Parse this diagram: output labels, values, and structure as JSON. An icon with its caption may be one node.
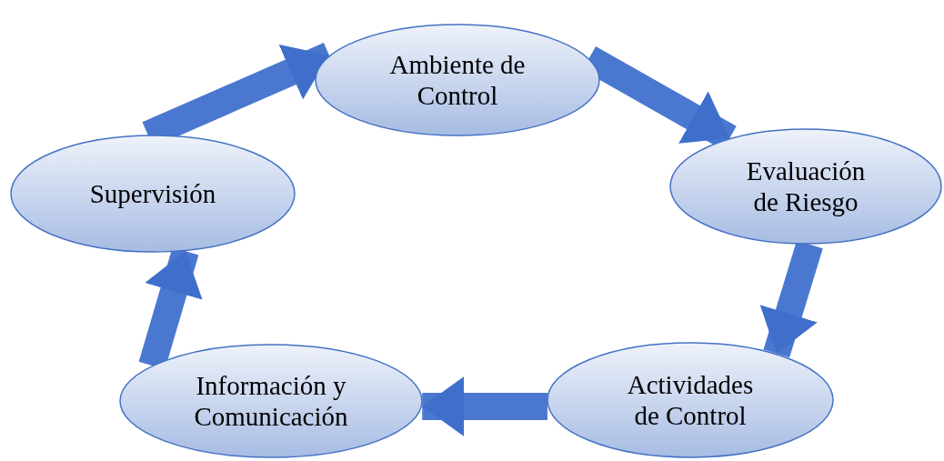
{
  "diagram": {
    "nodes": [
      {
        "text": [
          "Ambiente de Control"
        ]
      },
      {
        "text": [
          "Evaluación de Riesgo"
        ]
      },
      {
        "text": [
          "Actividades de Control"
        ]
      },
      {
        "text": [
          "Información y Comunicación"
        ]
      },
      {
        "text": [
          "Supervisión"
        ]
      }
    ],
    "edges": [
      {
        "from": 0,
        "to": 1,
        "arrow": "to"
      },
      {
        "from": 1,
        "to": 2,
        "arrow": "to"
      },
      {
        "from": 2,
        "to": 3,
        "arrow": "to"
      },
      {
        "from": 3,
        "to": 4,
        "arrow": "to"
      },
      {
        "from": 4,
        "to": 0,
        "arrow": "to"
      }
    ]
  }
}
